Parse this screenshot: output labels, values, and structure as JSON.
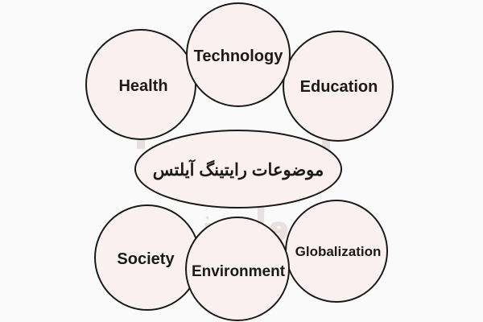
{
  "center": {
    "label": "موضوعات رایتینگ آیلتس"
  },
  "topics": {
    "health": "Health",
    "technology": "Technology",
    "education": "Education",
    "society": "Society",
    "environment": "Environment",
    "globalization": "Globalization"
  },
  "watermark": {
    "text": "وادرز"
  },
  "colors": {
    "fill": "#fbf0f0",
    "stroke": "#1a1a1a",
    "background": "#fafafa"
  }
}
